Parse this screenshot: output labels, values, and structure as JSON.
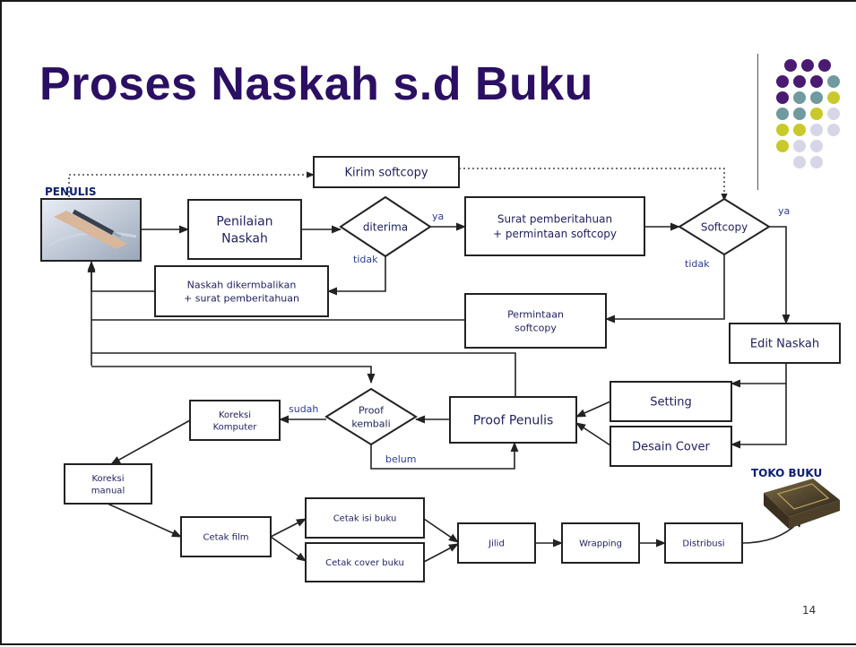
{
  "slide": {
    "title": "Proses Naskah s.d Buku",
    "page_number": "14"
  },
  "colors": {
    "title": "#2b0f63",
    "dot_purple": "#4b1a72",
    "dot_teal": "#6f9aa0",
    "dot_olive": "#c9c92a",
    "dot_lavender": "#d6d6e8"
  },
  "decor_dots": [
    [
      "purple",
      "purple",
      "purple"
    ],
    [
      "purple",
      "purple",
      "purple",
      "teal"
    ],
    [
      "purple",
      "teal",
      "teal",
      "olive"
    ],
    [
      "teal",
      "teal",
      "olive",
      "lavender"
    ],
    [
      "olive",
      "olive",
      "lavender",
      "lavender"
    ],
    [
      "olive",
      "lavender",
      "lavender"
    ],
    [
      "lavender",
      "lavender"
    ]
  ],
  "headers": {
    "penulis": "PENULIS",
    "toko_buku": "TOKO BUKU"
  },
  "images": {
    "penulis": "hand-writing-photo",
    "toko_buku": "book-photo"
  },
  "nodes": {
    "kirim_softcopy": [
      "Kirim softcopy"
    ],
    "penilaian_naskah": [
      "Penilaian",
      "Naskah"
    ],
    "diterima": [
      "diterima"
    ],
    "surat_pemberitahuan": [
      "Surat pemberitahuan",
      "+ permintaan softcopy"
    ],
    "softcopy": [
      "Softcopy"
    ],
    "naskah_dikembalikan": [
      "Naskah dikermbalikan",
      "+ surat pemberitahuan"
    ],
    "permintaan_softcopy": [
      "Permintaan",
      "softcopy"
    ],
    "edit_naskah": [
      "Edit Naskah"
    ],
    "setting": [
      "Setting"
    ],
    "desain_cover": [
      "Desain Cover"
    ],
    "proof_penulis": [
      "Proof Penulis"
    ],
    "proof_kembali": [
      "Proof",
      "kembali"
    ],
    "koreksi_komputer": [
      "Koreksi",
      "Komputer"
    ],
    "koreksi_manual": [
      "Koreksi",
      "manual"
    ],
    "cetak_film": [
      "Cetak film"
    ],
    "cetak_isi_buku": [
      "Cetak isi buku"
    ],
    "cetak_cover_buku": [
      "Cetak cover buku"
    ],
    "jilid": [
      "Jilid"
    ],
    "wrapping": [
      "Wrapping"
    ],
    "distribusi": [
      "Distribusi"
    ]
  },
  "labels": {
    "ya_diterima": "ya",
    "tidak_diterima": "tidak",
    "ya_softcopy": "ya",
    "tidak_softcopy": "tidak",
    "sudah": "sudah",
    "belum": "belum"
  }
}
